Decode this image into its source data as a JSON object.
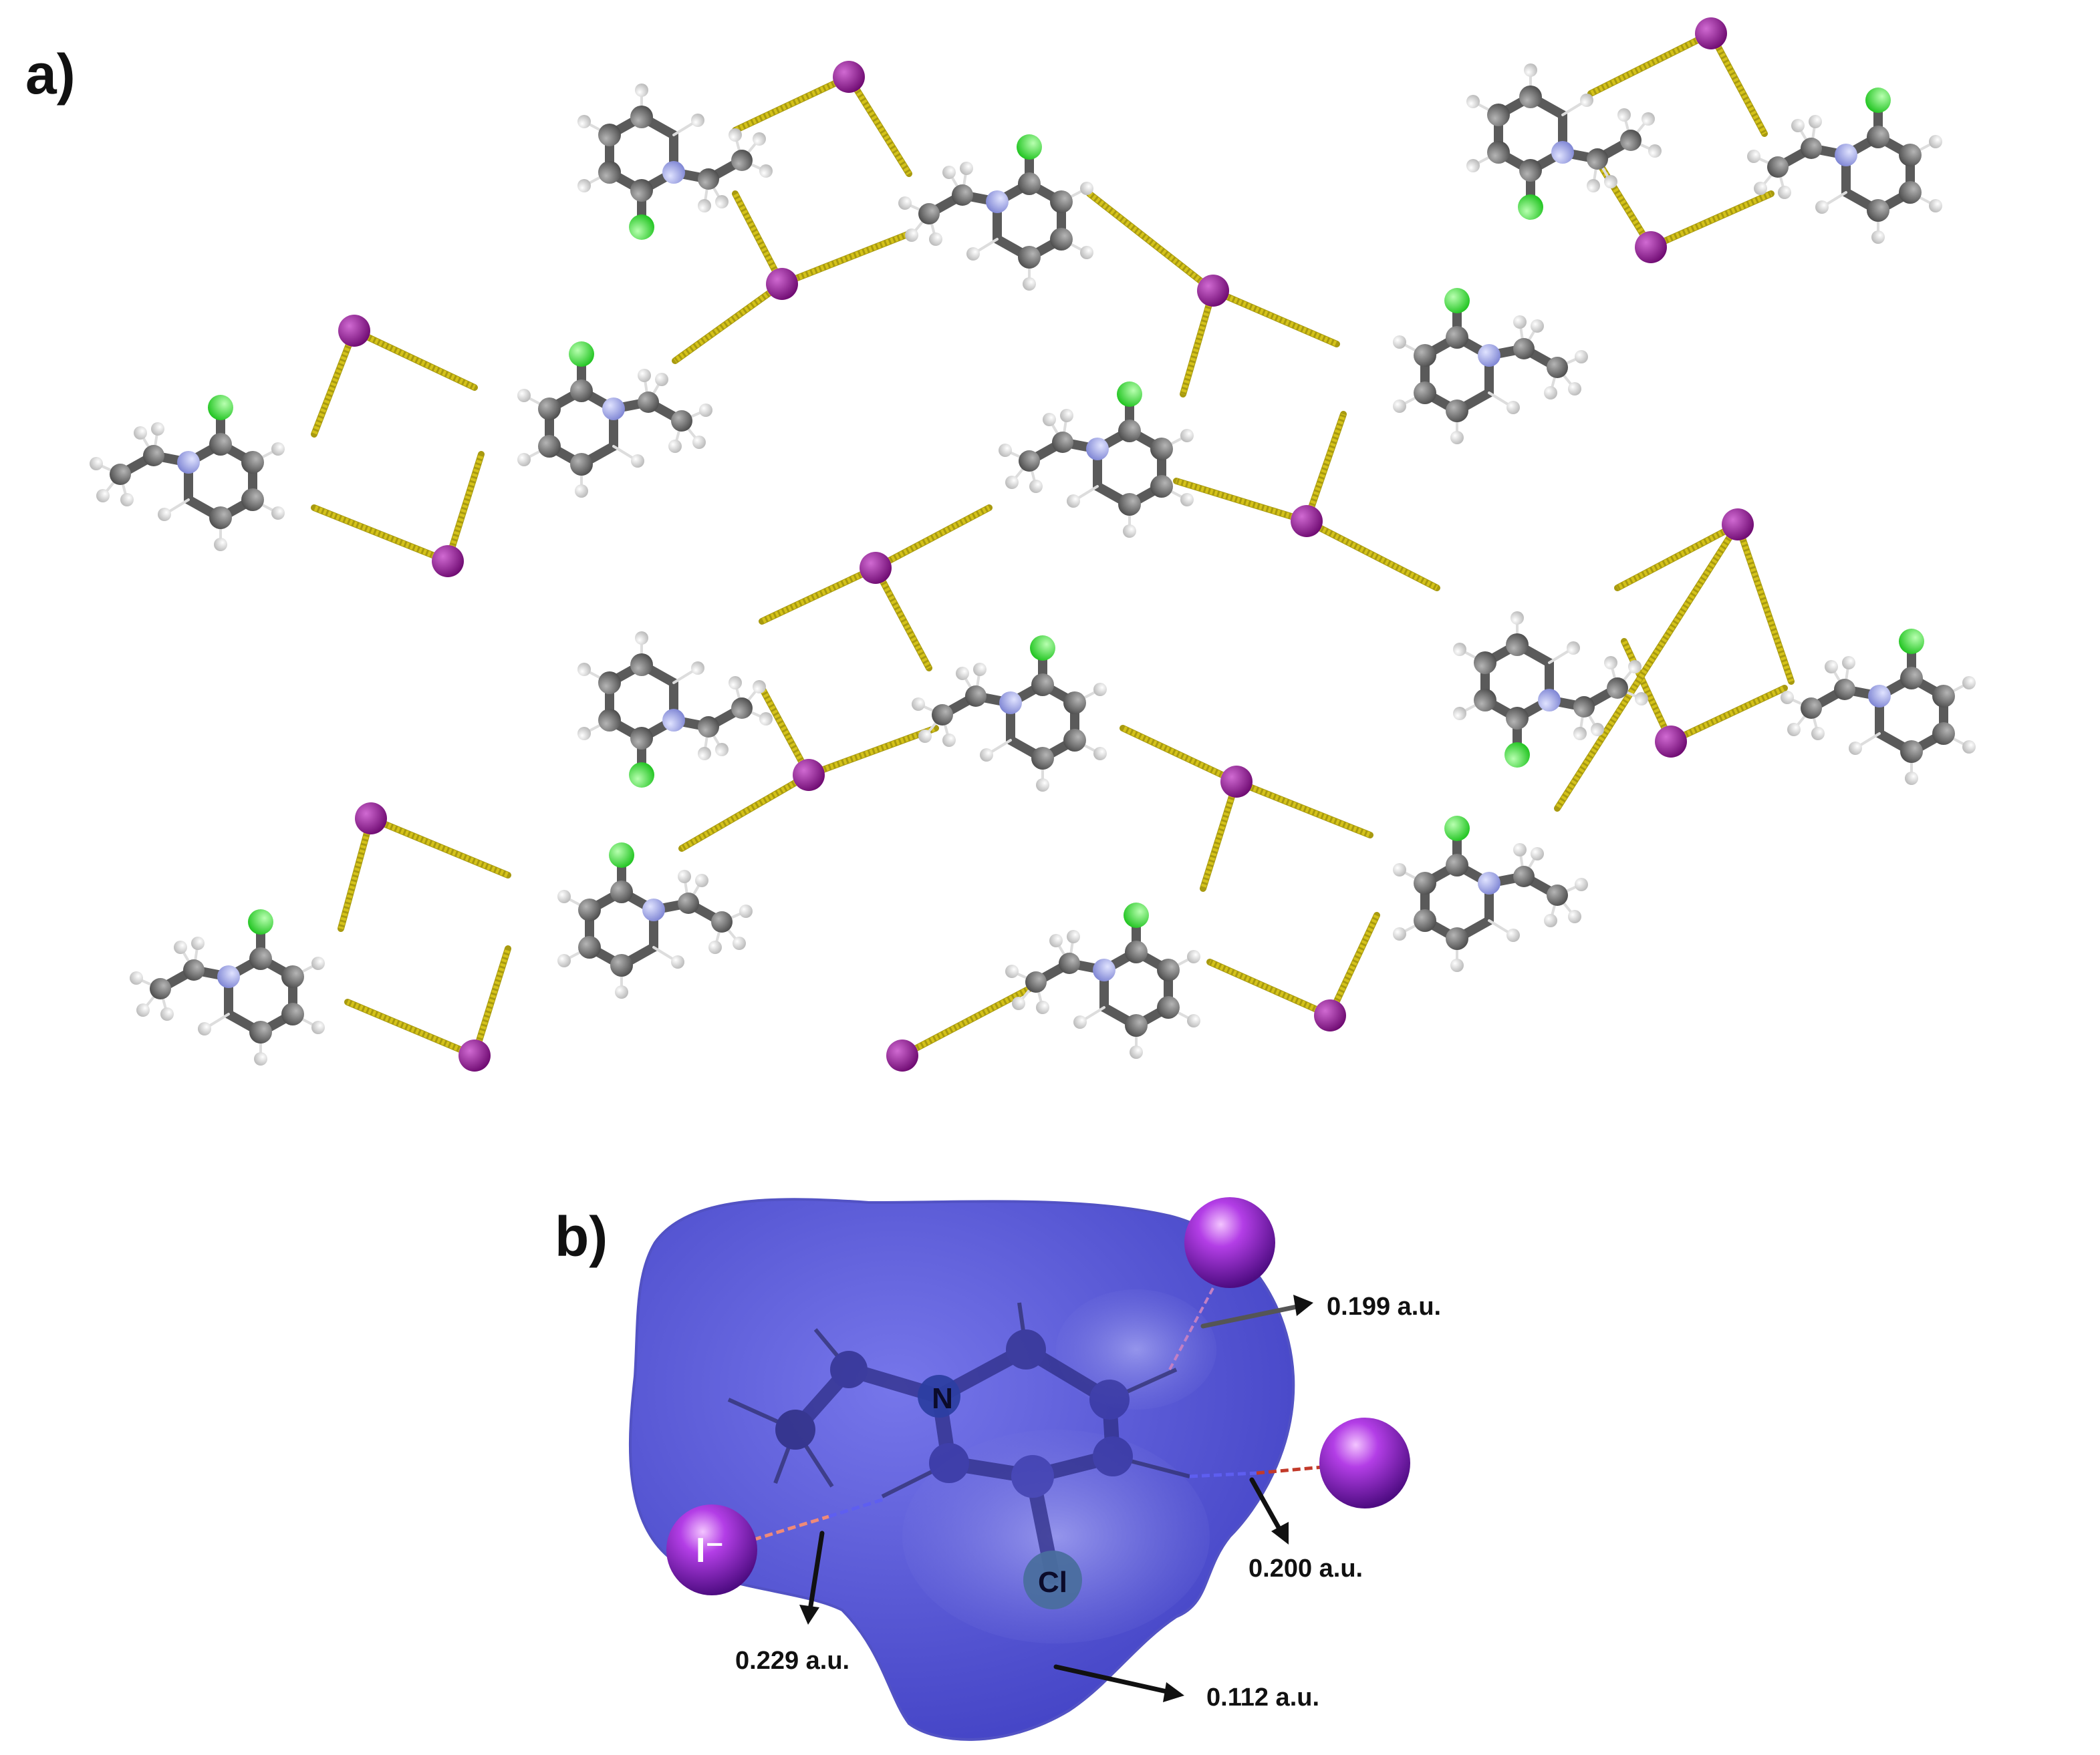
{
  "panel_a": {
    "label": "a)"
  },
  "panel_b": {
    "label": "b)",
    "atom_labels": {
      "nitrogen": "N",
      "chlorine": "Cl",
      "iodide": "I⁻"
    },
    "annotations": {
      "top_right": "0.199 a.u.",
      "right": "0.200 a.u.",
      "left": "0.229 a.u.",
      "bottom": "0.112 a.u."
    }
  },
  "colors": {
    "carbon": "#6d6d6d",
    "hydrogen": "#e6e6e6",
    "nitrogen": "#9aa0e8",
    "chlorine": "#33dd33",
    "iodine": "#8e1590",
    "contact": "#d4c21a",
    "surface": "#5656d8"
  }
}
